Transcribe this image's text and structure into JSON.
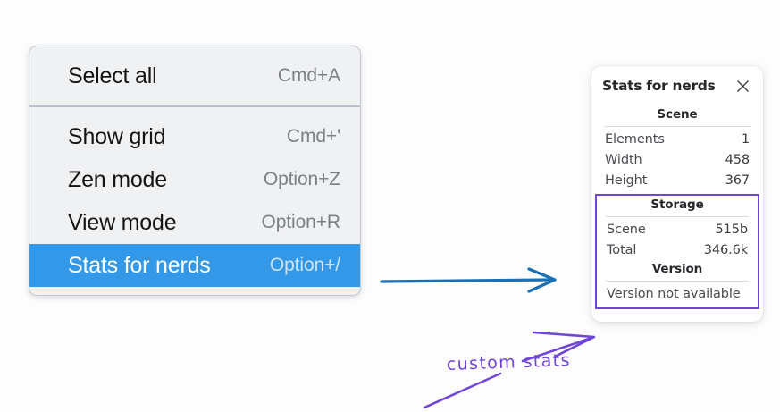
{
  "context_menu": {
    "groups": [
      {
        "items": [
          {
            "label": "Select all",
            "shortcut": "Cmd+A",
            "selected": false
          }
        ]
      },
      {
        "items": [
          {
            "label": "Show grid",
            "shortcut": "Cmd+'",
            "selected": false
          },
          {
            "label": "Zen mode",
            "shortcut": "Option+Z",
            "selected": false
          },
          {
            "label": "View mode",
            "shortcut": "Option+R",
            "selected": false
          },
          {
            "label": "Stats for nerds",
            "shortcut": "Option+/",
            "selected": true
          }
        ]
      }
    ],
    "highlight_color": "#3498e8"
  },
  "stats_panel": {
    "title": "Stats for nerds",
    "close_icon": "close-icon",
    "scene": {
      "heading": "Scene",
      "rows": [
        {
          "label": "Elements",
          "value": "1"
        },
        {
          "label": "Width",
          "value": "458"
        },
        {
          "label": "Height",
          "value": "367"
        }
      ]
    },
    "storage": {
      "heading": "Storage",
      "rows": [
        {
          "label": "Scene",
          "value": "515b"
        },
        {
          "label": "Total",
          "value": "346.6k"
        }
      ]
    },
    "version": {
      "heading": "Version",
      "text": "Version not available"
    },
    "highlight_border_color": "#7046d8"
  },
  "annotations": {
    "blue_arrow_color": "#1a6fb5",
    "purple_color": "#7046d8",
    "handwritten_label": "custom stats"
  }
}
